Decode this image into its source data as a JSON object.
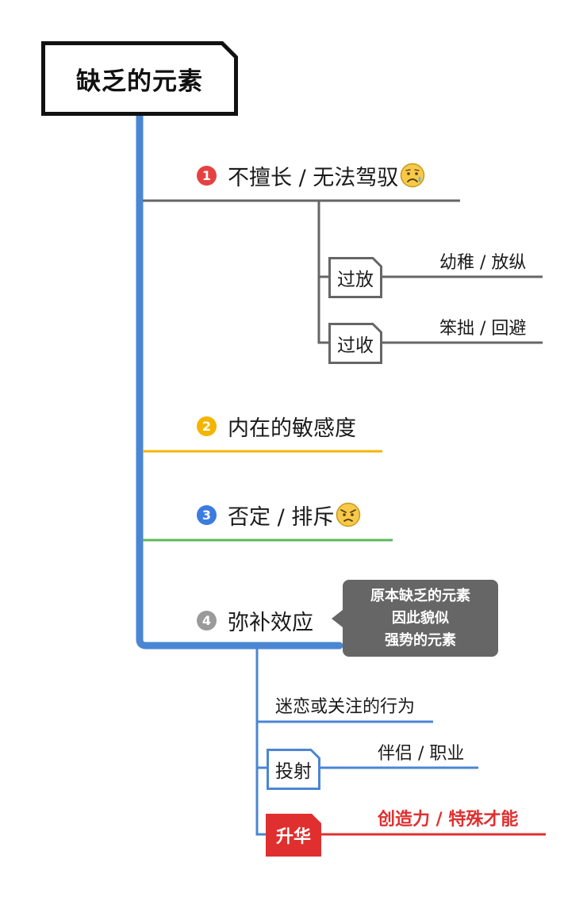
{
  "root": {
    "title": "缺乏的元素"
  },
  "branches": [
    {
      "number": "1",
      "label": "不擅长 / 无法驾驭",
      "color": "#e64141",
      "emoji": "sad-tear-face-icon"
    },
    {
      "number": "2",
      "label": "内在的敏感度",
      "color": "#f4b400",
      "emoji": ""
    },
    {
      "number": "3",
      "label": "否定 / 排斥",
      "color": "#3c7be0",
      "emoji": "angry-face-icon"
    },
    {
      "number": "4",
      "label": "弥补效应",
      "color": "#9a9a9a",
      "emoji": ""
    }
  ],
  "branch1_children": [
    {
      "label": "过放",
      "leaf": "幼稚 / 放纵"
    },
    {
      "label": "过收",
      "leaf": "笨拙 / 回避"
    }
  ],
  "callout": {
    "lines": [
      "原本缺乏的元素",
      "因此貌似",
      "强势的元素"
    ]
  },
  "branch4_children": {
    "item1": "迷恋或关注的行为",
    "projection": {
      "label": "投射",
      "leaf": "伴侣 / 职业"
    },
    "sublimation": {
      "label": "升华",
      "leaf": "创造力 / 特殊才能"
    }
  },
  "colors": {
    "trunk": "#4a86d4",
    "gray_line": "#666666",
    "yellow_line": "#f4b400",
    "green_line": "#5cb85c",
    "blue_line": "#4a86d4",
    "red": "#e02f2f"
  }
}
